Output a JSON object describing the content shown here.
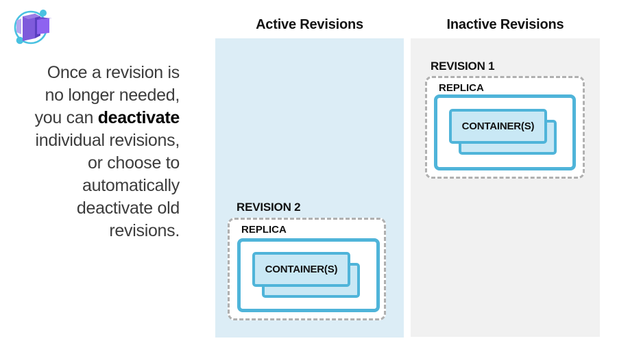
{
  "logo": {
    "icon": "azure-container-apps-logo"
  },
  "intro": {
    "lines_before": [
      "Once a revision is",
      "no longer needed,"
    ],
    "line_bold_pre": "you can ",
    "line_bold_word": "deactivate",
    "lines_after": [
      "individual revisions,",
      "or choose to",
      "automatically",
      "deactivate old",
      "revisions."
    ]
  },
  "columns": {
    "active": {
      "title": "Active Revisions",
      "revision": {
        "label": "REVISION 2",
        "replica_label": "REPLICA",
        "container_label": "CONTAINER(S)"
      }
    },
    "inactive": {
      "title": "Inactive Revisions",
      "revision": {
        "label": "REVISION 1",
        "replica_label": "REPLICA",
        "container_label": "CONTAINER(S)"
      }
    }
  },
  "colors": {
    "active_panel_bg": "#dcedf6",
    "inactive_panel_bg": "#f1f1f1",
    "box_border_blue": "#4fb4d9",
    "container_fill_blue": "#c9e8f5",
    "dashed_border_gray": "#b0b0b0",
    "text_dark": "#3c3c3c",
    "logo_purple": "#7e5bdb",
    "logo_teal": "#49c1e1"
  }
}
